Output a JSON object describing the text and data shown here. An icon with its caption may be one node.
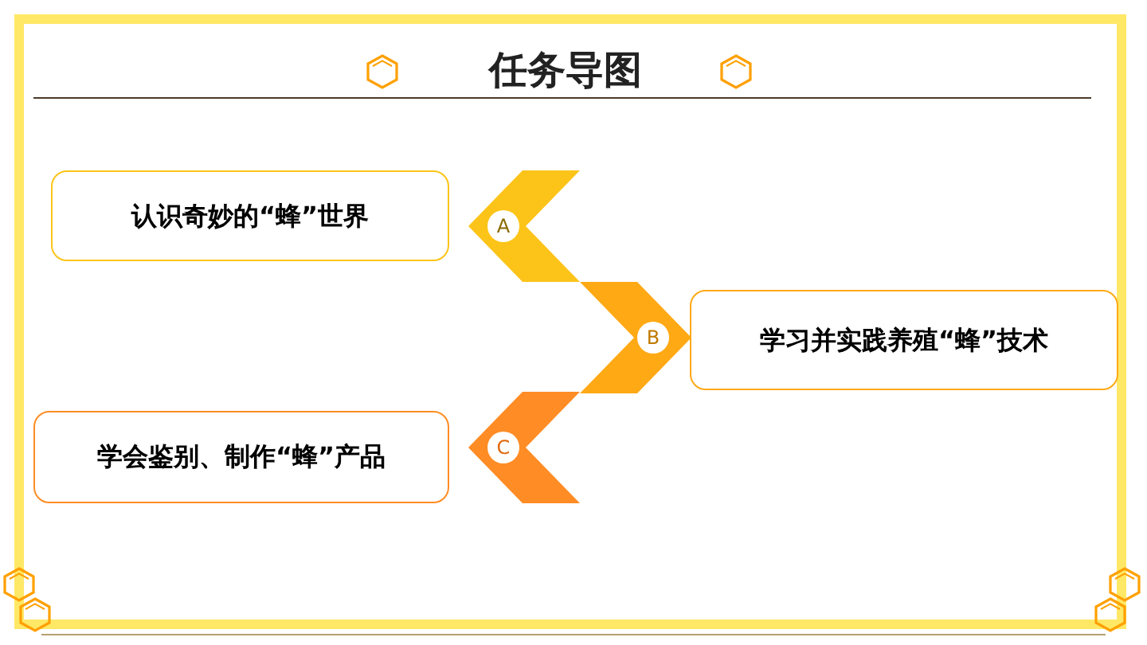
{
  "diagram": {
    "title": "任务导图",
    "nodes": [
      {
        "text": [
          "认识奇妙的“蜂”世界"
        ]
      },
      {
        "text": [
          "学习并实践养殖“蜂”技术"
        ]
      },
      {
        "text": [
          "学会鉴别、制作“蜂”产品"
        ]
      },
      {
        "text": [
          "A"
        ]
      },
      {
        "text": [
          "B"
        ]
      },
      {
        "text": [
          "C"
        ]
      }
    ]
  }
}
